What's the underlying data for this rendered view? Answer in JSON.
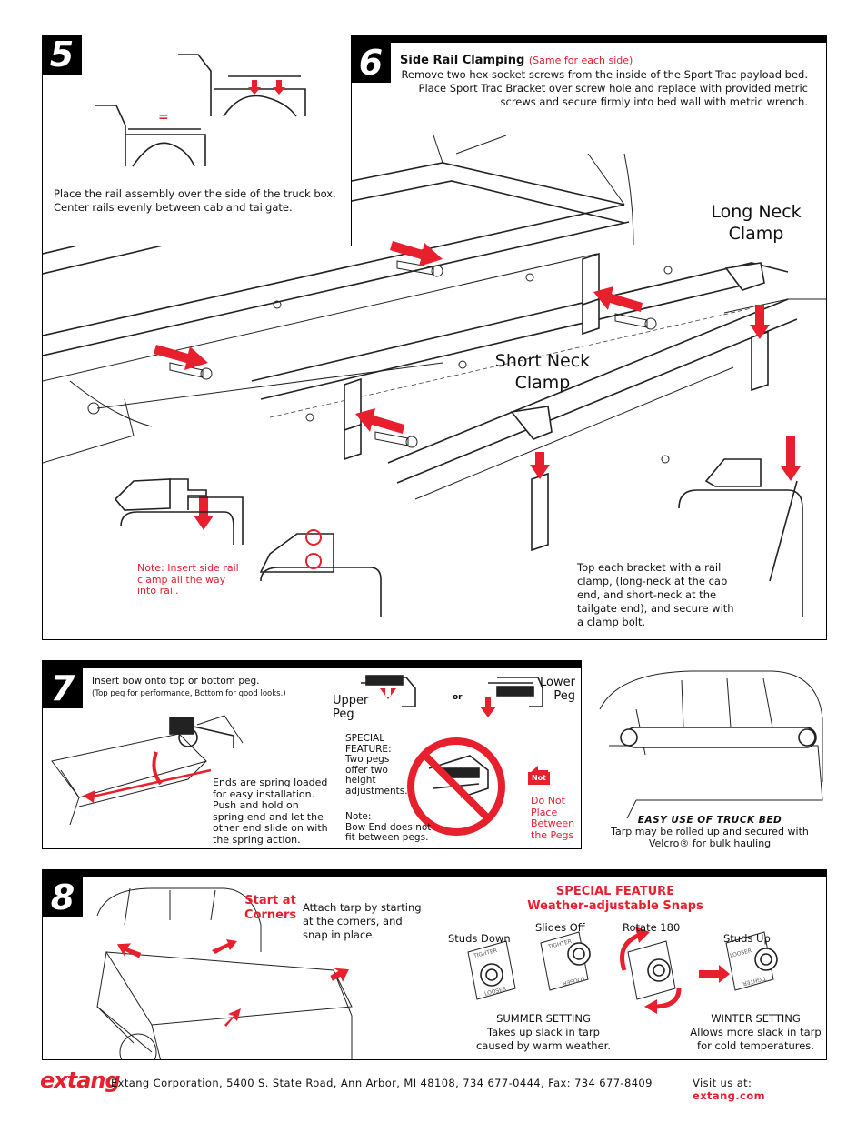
{
  "step5": {
    "number": "5",
    "equals": "=",
    "text_lines": [
      "Place the rail assembly over the side of the truck box.",
      "Center rails evenly between cab and tailgate."
    ]
  },
  "step6": {
    "number": "6",
    "title": "Side Rail Clamping",
    "title_note": "(Same for each side)",
    "instructions": [
      "Remove two hex socket screws from the inside of the Sport Trac payload bed.",
      "Place Sport Trac Bracket over screw hole and replace with provided metric",
      "screws and secure  firmly into bed wall with metric wrench."
    ],
    "long_neck": [
      "Long Neck",
      "Clamp"
    ],
    "short_neck": [
      "Short Neck",
      "Clamp"
    ],
    "note": [
      "Note: Insert side rail",
      "clamp all the way",
      "into rail."
    ],
    "bracket_text": [
      "Top each bracket with a rail",
      "clamp, (long-neck at the cab",
      "end, and short-neck at the",
      "tailgate end), and secure with",
      "a clamp bolt."
    ]
  },
  "step7": {
    "number": "7",
    "intro": "Insert bow onto top or bottom peg.",
    "intro_small": "(Top peg for performance, Bottom for good looks.)",
    "spring_text": [
      "Ends are spring loaded",
      "for easy installation.",
      "Push and hold on",
      "spring end and let the",
      "other end slide on with",
      "the spring action."
    ],
    "upper_peg": [
      "Upper",
      "Peg"
    ],
    "or": "or",
    "lower_peg": [
      "Lower",
      "Peg"
    ],
    "special": [
      "SPECIAL",
      "FEATURE:",
      "Two pegs",
      "offer two",
      "height",
      "adjustments."
    ],
    "note": [
      "Note:",
      "Bow End does not",
      "fit between pegs."
    ],
    "not_badge": "Not",
    "do_not": [
      "Do Not",
      "Place",
      "Between",
      "the Pegs"
    ],
    "easy_title": "EASY USE OF TRUCK BED",
    "easy_text": [
      "Tarp may be rolled up and secured with",
      "Velcro® for bulk hauling"
    ]
  },
  "step8": {
    "number": "8",
    "start": [
      "Start at",
      "Corners"
    ],
    "attach": [
      "Attach tarp by starting",
      "at the corners, and",
      "snap in place."
    ],
    "special_title": [
      "SPECIAL FEATURE",
      "Weather-adjustable Snaps"
    ],
    "studs_down": "Studs Down",
    "slides_off": "Slides Off",
    "rotate": "Rotate 180",
    "studs_up": "Studs Up",
    "tighter": "TIGHTER",
    "looser": "LOOSER",
    "summer": [
      "SUMMER SETTING",
      "Takes up slack in tarp",
      "caused by warm weather."
    ],
    "winter": [
      "WINTER SETTING",
      "Allows more slack in tarp",
      "for cold temperatures."
    ]
  },
  "footer": {
    "logo": "extang",
    "address": "Extang Corporation, 5400 S. State Road, Ann Arbor, MI 48108, 734 677-0444, Fax: 734 677-8409",
    "visit": "Visit us at:",
    "site": "extang.com"
  },
  "colors": {
    "accent": "#e8202e",
    "ink": "#111111"
  }
}
